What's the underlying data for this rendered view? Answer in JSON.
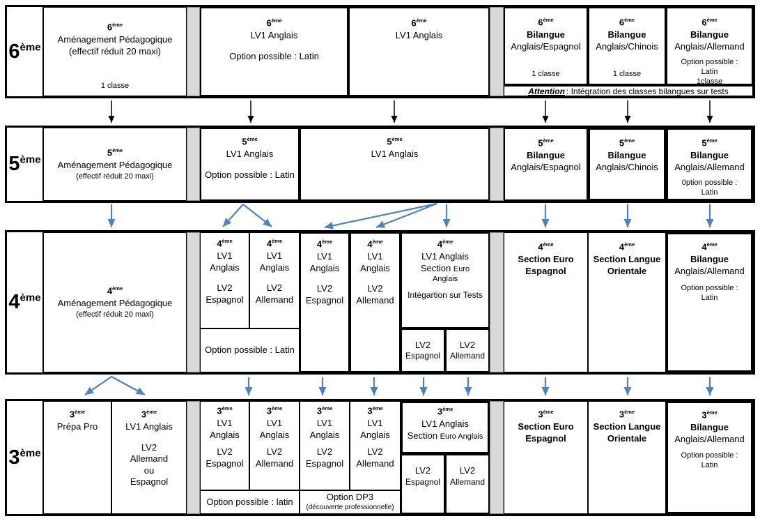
{
  "colors": {
    "arrow_blue": "#4f81bd",
    "arrow_black": "#000000",
    "spacer_gray": "#d9d9d9",
    "border_black": "#000000",
    "background": "#ffffff"
  },
  "grades": {
    "g6": {
      "num": "6",
      "sup": "ème"
    },
    "g5": {
      "num": "5",
      "sup": "ème"
    },
    "g4": {
      "num": "4",
      "sup": "ème"
    },
    "g3": {
      "num": "3",
      "sup": "ème"
    }
  },
  "r6": {
    "amenagement": {
      "title": "Aménagement Pédagogique",
      "subtitle": "(effectif réduit 20 maxi)",
      "note": "1 classe"
    },
    "lv1_latin": {
      "title": "LV1 Anglais",
      "option": "Option possible :  Latin"
    },
    "lv1": {
      "title": "LV1 Anglais"
    },
    "bilangue_espagnol": {
      "title": "Bilangue",
      "subtitle": "Anglais/Espagnol",
      "note": "1 classe"
    },
    "bilangue_chinois": {
      "title": "Bilangue",
      "subtitle": "Anglais/Chinois",
      "note": "1 classe"
    },
    "bilangue_allemand": {
      "title": "Bilangue",
      "subtitle": "Anglais/Allemand",
      "option1": "Option possible :",
      "option2": "Latin",
      "note": "1classe"
    },
    "attention": {
      "bold": "Attention",
      "rest": " : Intégration des classes bilangues sur tests"
    }
  },
  "r5": {
    "amenagement": {
      "title": "Aménagement Pédagogique",
      "subtitle": "(effectif réduit 20 maxi)"
    },
    "lv1_latin": {
      "title": "LV1 Anglais",
      "option": "Option possible : Latin"
    },
    "lv1": {
      "title": "LV1 Anglais"
    },
    "bilangue_espagnol": {
      "title": "Bilangue",
      "subtitle": "Anglais/Espagnol"
    },
    "bilangue_chinois": {
      "title": "Bilangue",
      "subtitle": "Anglais/Chinois"
    },
    "bilangue_allemand": {
      "title": "Bilangue",
      "subtitle": "Anglais/Allemand",
      "option1": "0ption possible :",
      "option2": "Latin"
    }
  },
  "r4": {
    "amenagement": {
      "title": "Aménagement Pédagogique",
      "subtitle": "(effectif réduit 20 maxi)"
    },
    "lv1_es_a": {
      "l1": "LV1",
      "l2": "Anglais",
      "l3": "LV2",
      "l4": "Espagnol"
    },
    "lv1_de_a": {
      "l1": "LV1",
      "l2": "Anglais",
      "l3": "LV2",
      "l4": "Allemand"
    },
    "option_latin": "Option possible : Latin",
    "lv1_es_b": {
      "l1": "LV1",
      "l2": "Anglais",
      "l3": "LV2",
      "l4": "Espagnol"
    },
    "lv1_de_b": {
      "l1": "LV1",
      "l2": "Anglais",
      "l3": "LV2",
      "l4": "Allemand"
    },
    "euro": {
      "line1": "LV1 Anglais",
      "line2a": "Section",
      "line2b": "Euro",
      "line3": "Anglais",
      "line4": "Intégartion sur Tests",
      "sub1a": "LV2",
      "sub1b": "Espagnol",
      "sub2a": "LV2",
      "sub2b": "Allemand"
    },
    "section_euro": {
      "line1": "Section Euro",
      "line2": "Espagnol"
    },
    "section_orientale": {
      "line1": "Section Langue",
      "line2": "Orientale"
    },
    "bilangue_allemand": {
      "title": "Bilangue",
      "subtitle": "Anglais/Allemand",
      "option1": "Option possible :",
      "option2": "Latin"
    }
  },
  "r3": {
    "prepa_pro": {
      "title": "Prépa Pro"
    },
    "lv1_mixte": {
      "title": "LV1 Anglais",
      "l1": "LV2",
      "l2": "Allemand",
      "l3": "ou",
      "l4": "Espagnol"
    },
    "lv1_es_a": {
      "l1": "LV1",
      "l2": "Anglais",
      "l3": "LV2",
      "l4": "Espagnol"
    },
    "lv1_de_a": {
      "l1": "LV1",
      "l2": "Anglais",
      "l3": "LV2",
      "l4": "Allemand"
    },
    "option_latin": "Option possible : latin",
    "lv1_es_b": {
      "l1": "LV1",
      "l2": "Anglais",
      "l3": "LV2",
      "l4": "Espagnol"
    },
    "lv1_de_b": {
      "l1": "LV1",
      "l2": "Anglais",
      "l3": "LV2",
      "l4": "Allemand"
    },
    "option_dp3": {
      "line1": "Option DP3",
      "line2": "(découverte professionnelle)"
    },
    "euro": {
      "line1": "LV1 Anglais",
      "line2a": "Section",
      "line2b": "Euro Anglais",
      "sub1a": "LV2",
      "sub1b": "Espagnol",
      "sub2a": "LV2",
      "sub2b": "Allemand"
    },
    "section_euro": {
      "line1": "Section Euro",
      "line2": "Espagnol"
    },
    "section_orientale": {
      "line1": "Section Langue",
      "line2": "Orientale"
    },
    "bilangue_allemand": {
      "title": "Bilangue",
      "subtitle": "Anglais/Allemand",
      "option1": "Option possible :",
      "option2": "Latin"
    }
  }
}
